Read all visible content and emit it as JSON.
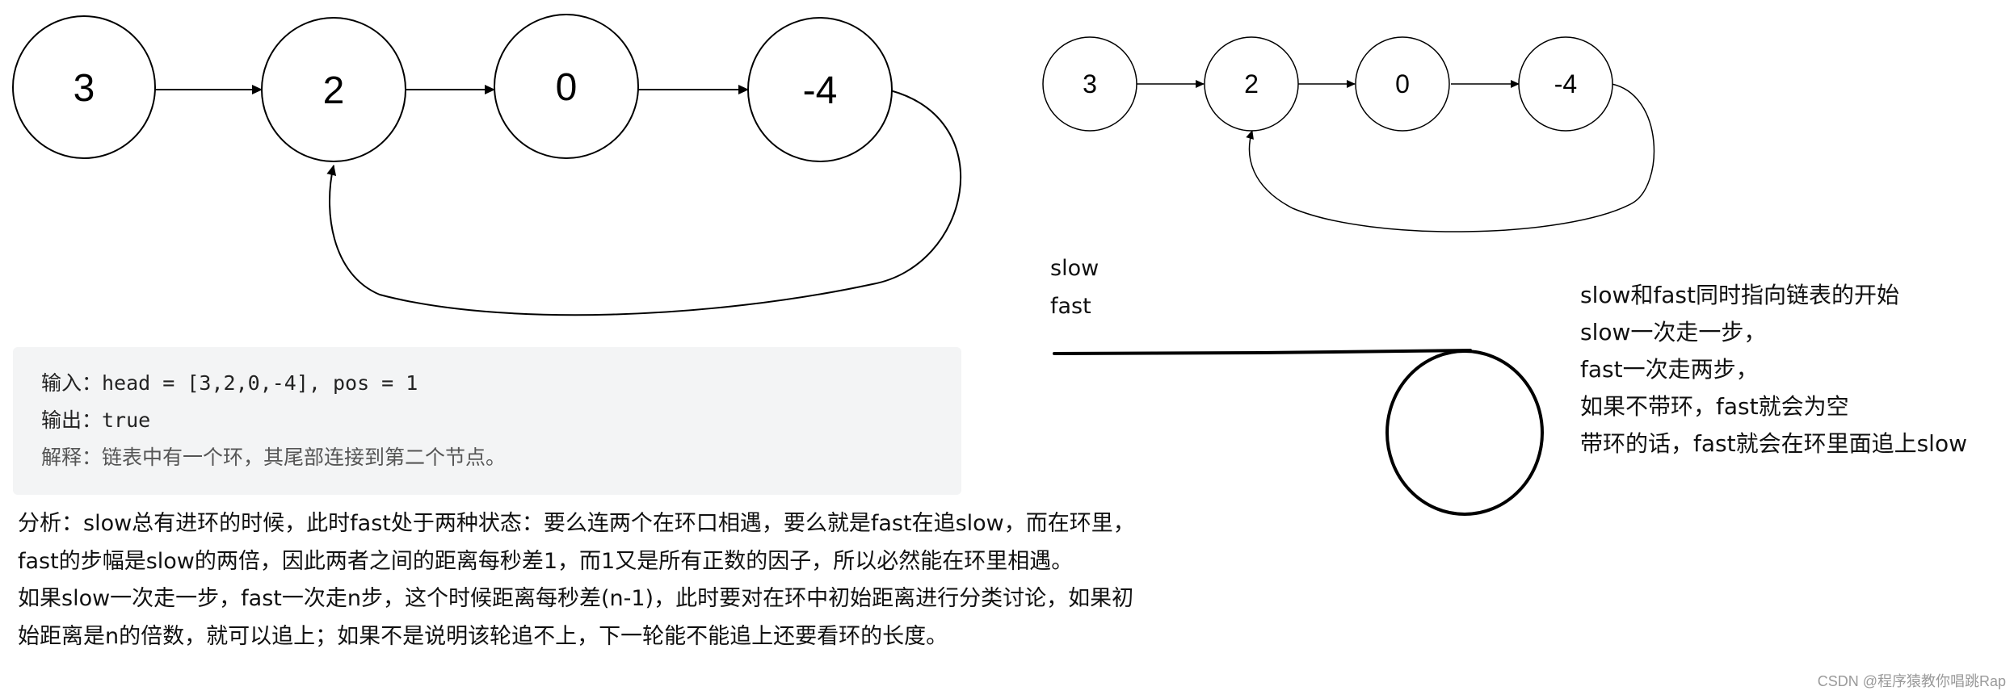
{
  "left_diagram": {
    "nodes": [
      "3",
      "2",
      "0",
      "-4"
    ]
  },
  "right_diagram": {
    "nodes": [
      "3",
      "2",
      "0",
      "-4"
    ]
  },
  "example": {
    "input_line": "输入：head = [3,2,0,-4], pos = 1",
    "output_line": "输出：true",
    "explain_line": "解释：链表中有一个环，其尾部连接到第二个节点。"
  },
  "analysis": [
    "分析：slow总有进环的时候，此时fast处于两种状态：要么连两个在环口相遇，要么就是fast在追slow，而在环里，",
    "fast的步幅是slow的两倍，因此两者之间的距离每秒差1，而1又是所有正数的因子，所以必然能在环里相遇。",
    "如果slow一次走一步，fast一次走n步，这个时候距离每秒差(n-1)，此时要对在环中初始距离进行分类讨论，如果初",
    "始距离是n的倍数，就可以追上；如果不是说明该轮追不上，下一轮能不能追上还要看环的长度。"
  ],
  "pointer_labels": {
    "slow": "slow",
    "fast": "fast"
  },
  "notes": [
    "slow和fast同时指向链表的开始",
    "slow一次走一步，",
    "fast一次走两步，",
    "如果不带环，fast就会为空",
    "带环的话，fast就会在环里面追上slow"
  ],
  "watermark": "CSDN @程序猿教你唱跳Rap"
}
